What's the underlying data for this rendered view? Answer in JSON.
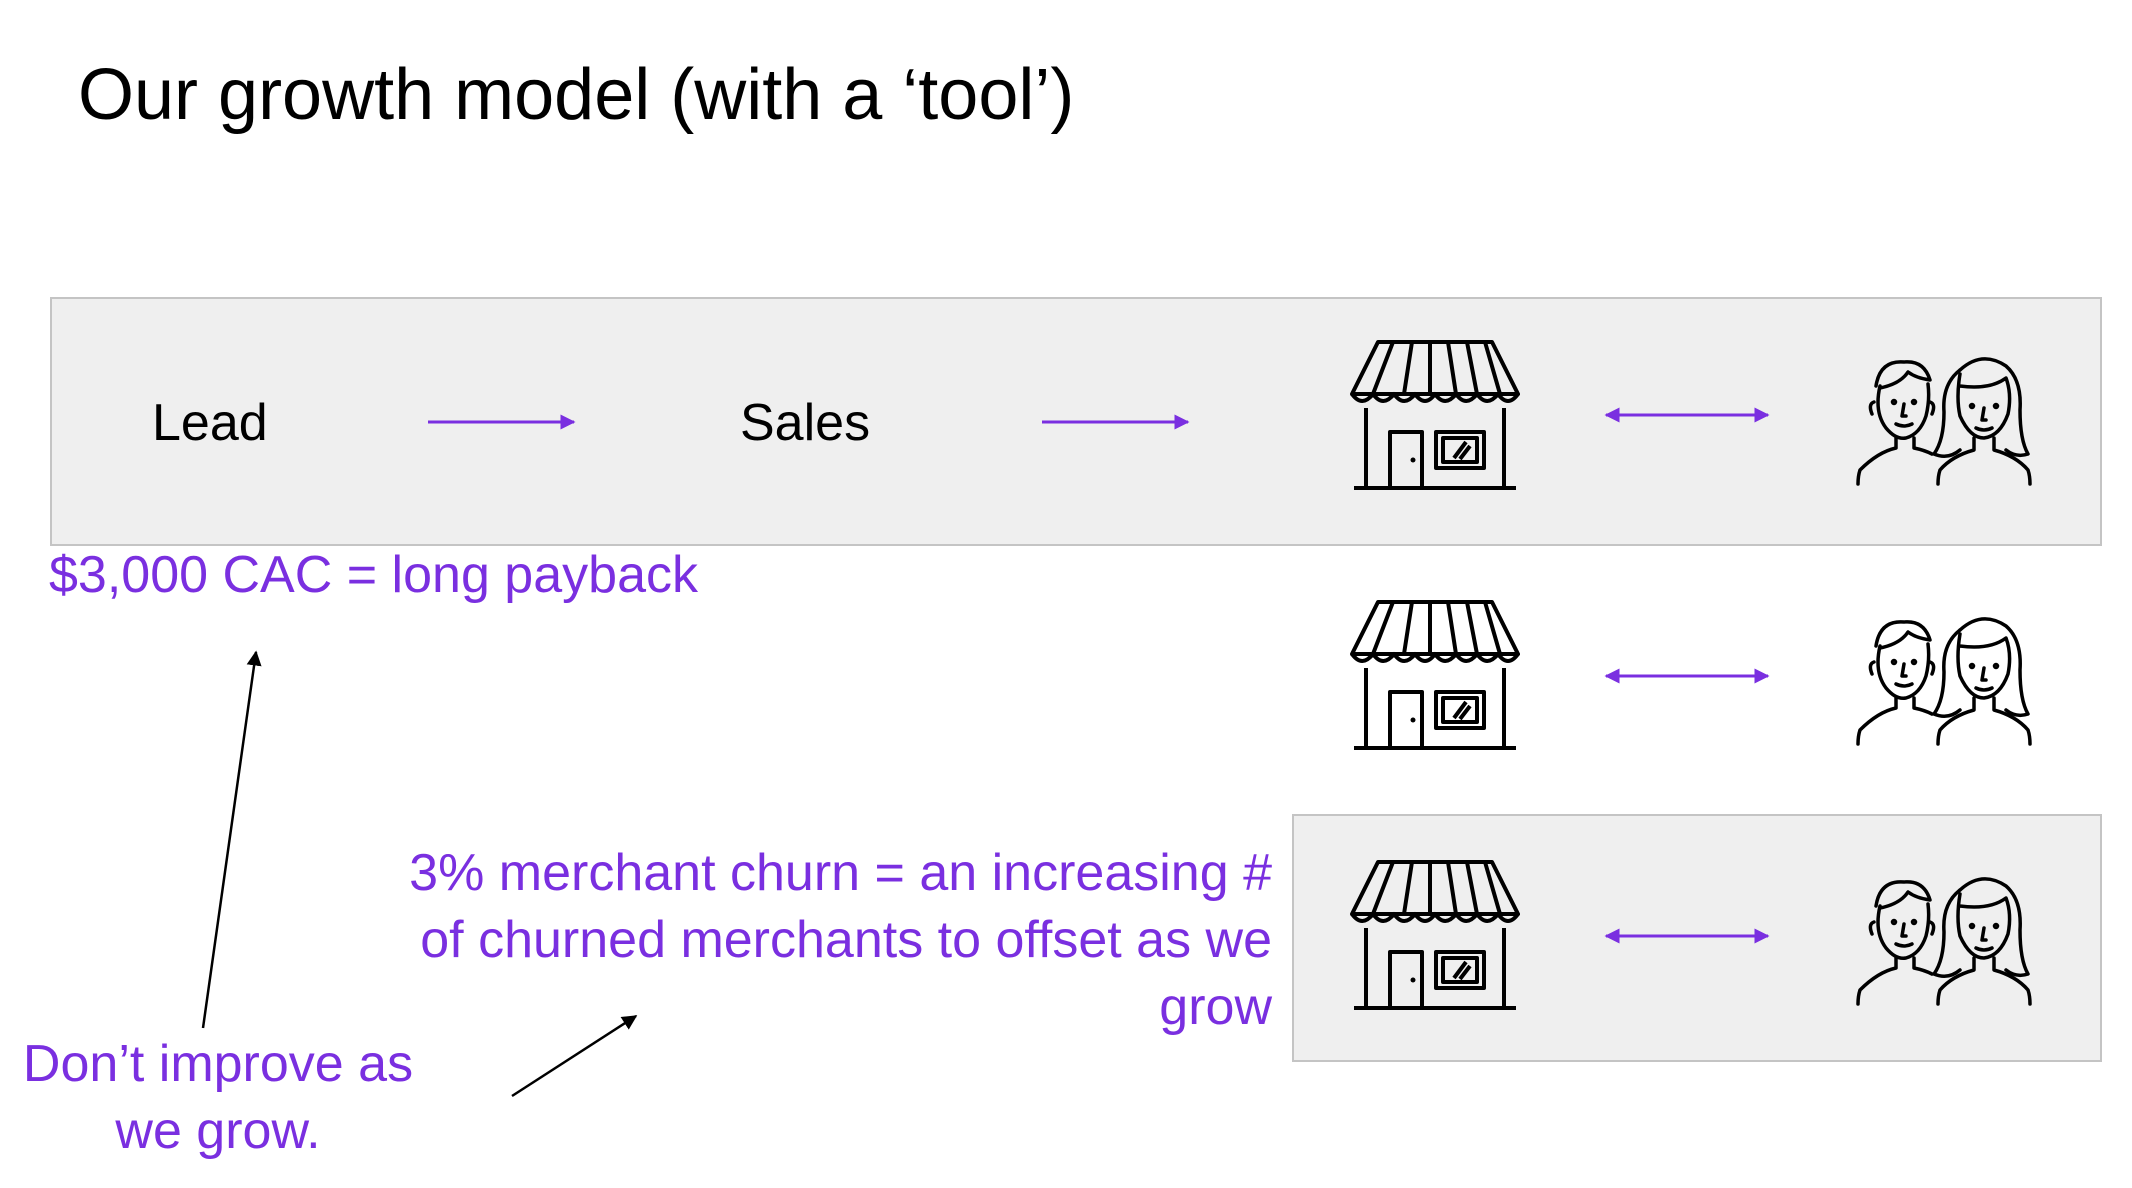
{
  "title": "Our growth model (with a ‘tool’)",
  "stages": {
    "lead": "Lead",
    "sales": "Sales"
  },
  "notes": {
    "cac": "$3,000 CAC = long payback",
    "churn_line1": "3% merchant churn = an increasing #",
    "churn_line2": "of churned merchants to offset as we",
    "churn_line3": "grow",
    "improve_line1": "Don’t improve as",
    "improve_line2": "we grow."
  },
  "icons": [
    "store-icon",
    "customers-icon"
  ],
  "colors": {
    "accent": "#7a2fe0",
    "band": "#efefef",
    "text": "#000000"
  }
}
